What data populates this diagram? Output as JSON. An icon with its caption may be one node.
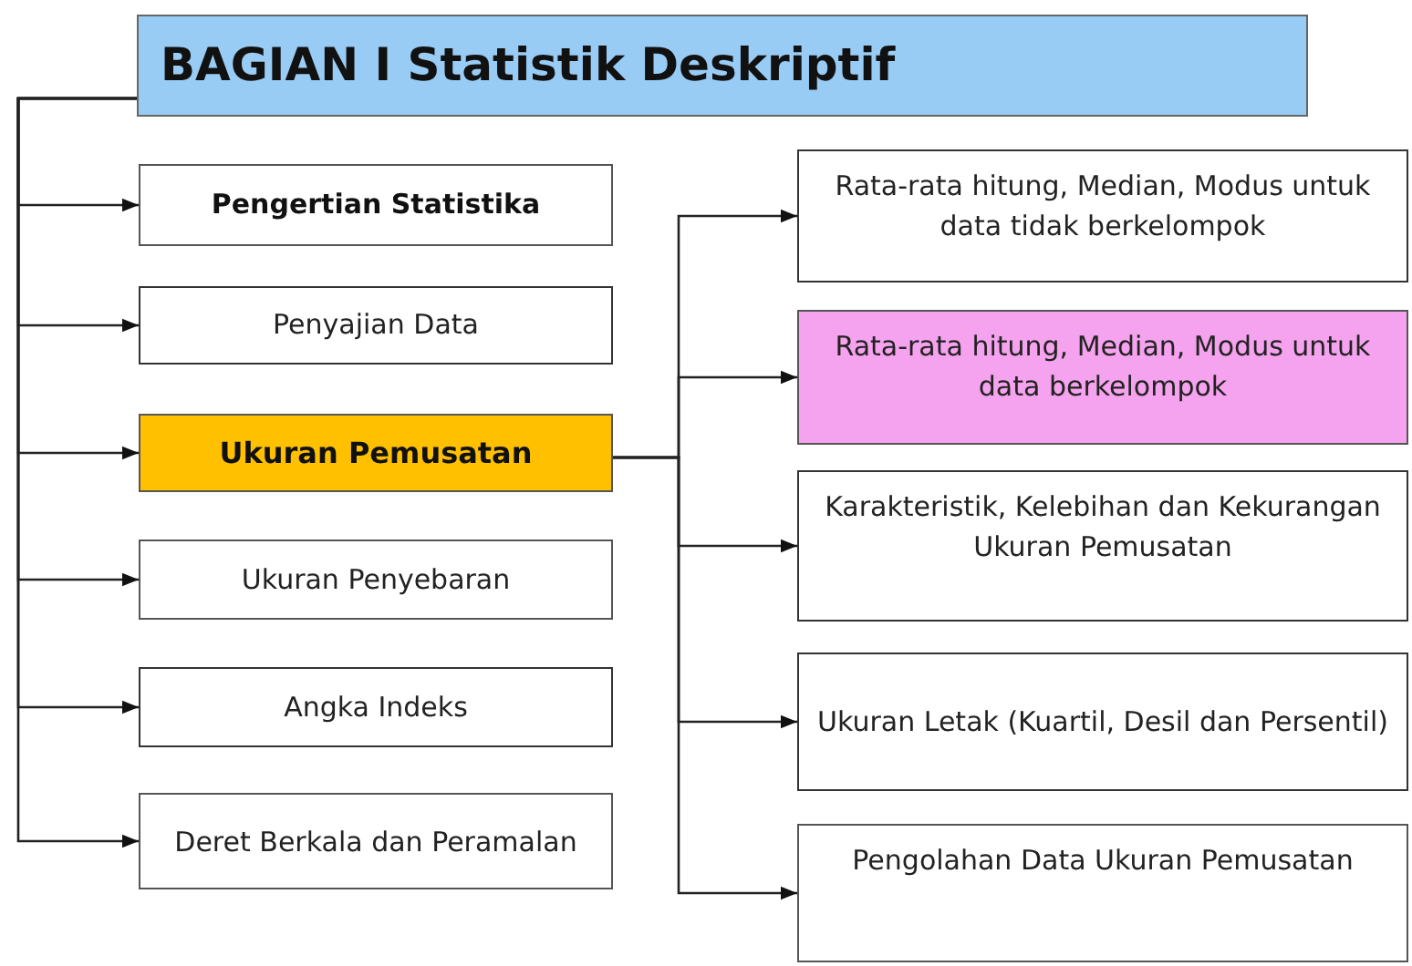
{
  "diagram": {
    "nodes": [
      {
        "text": [
          "BAGIAN  I  Statistik Deskriptif"
        ]
      },
      {
        "text": [
          "Pengertian Statistika"
        ]
      },
      {
        "text": [
          "Penyajian Data"
        ]
      },
      {
        "text": [
          "Ukuran Pemusatan"
        ]
      },
      {
        "text": [
          "Ukuran Penyebaran"
        ]
      },
      {
        "text": [
          "Angka Indeks"
        ]
      },
      {
        "text": [
          "Deret Berkala dan Peramalan"
        ]
      },
      {
        "text": [
          "Rata-rata hitung, Median, Modus untuk data tidak berkelompok"
        ]
      },
      {
        "text": [
          "Rata-rata hitung, Median, Modus untuk data berkelompok"
        ]
      },
      {
        "text": [
          "Karakteristik, Kelebihan dan Kekurangan Ukuran Pemusatan"
        ]
      },
      {
        "text": [
          "Ukuran Letak (Kuartil, Desil dan Persentil)"
        ]
      },
      {
        "text": [
          "Pengolahan Data Ukuran Pemusatan"
        ]
      }
    ],
    "edges": [
      {
        "from": 0,
        "to": 1,
        "arrow": "to"
      },
      {
        "from": 0,
        "to": 2,
        "arrow": "to"
      },
      {
        "from": 0,
        "to": 3,
        "arrow": "to"
      },
      {
        "from": 0,
        "to": 4,
        "arrow": "to"
      },
      {
        "from": 0,
        "to": 5,
        "arrow": "to"
      },
      {
        "from": 0,
        "to": 6,
        "arrow": "to"
      },
      {
        "from": 3,
        "to": 7,
        "arrow": "to"
      },
      {
        "from": 3,
        "to": 8,
        "arrow": "to"
      },
      {
        "from": 3,
        "to": 9,
        "arrow": "to"
      },
      {
        "from": 3,
        "to": 10,
        "arrow": "to"
      },
      {
        "from": 3,
        "to": 11,
        "arrow": "to"
      }
    ]
  }
}
